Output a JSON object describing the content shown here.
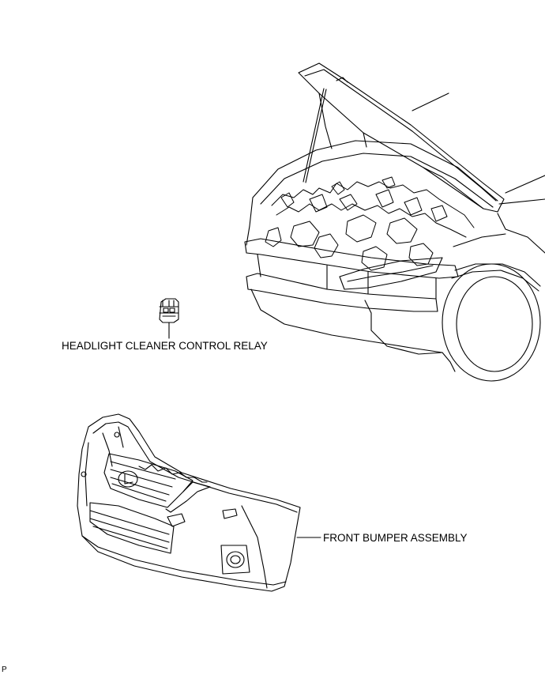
{
  "labels": {
    "relay": "HEADLIGHT CLEANER CONTROL RELAY",
    "bumper": "FRONT BUMPER ASSEMBLY",
    "page_code": "P"
  },
  "colors": {
    "line": "#000000",
    "background": "#ffffff"
  }
}
